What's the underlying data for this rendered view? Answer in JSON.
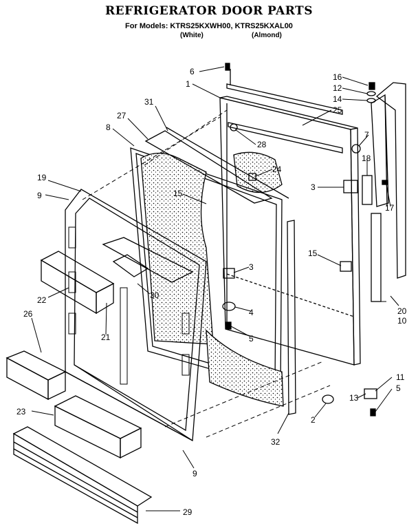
{
  "title": "REFRIGERATOR DOOR PARTS",
  "models_line": "For Models: KTRS25KXWH00, KTRS25KXAL00",
  "color_white": "(White)",
  "color_almond": "(Almond)",
  "callouts": [
    {
      "id": "c6",
      "label": "6"
    },
    {
      "id": "c1",
      "label": "1"
    },
    {
      "id": "c16",
      "label": "16"
    },
    {
      "id": "c12",
      "label": "12"
    },
    {
      "id": "c14",
      "label": "14"
    },
    {
      "id": "c25",
      "label": "25"
    },
    {
      "id": "c31",
      "label": "31"
    },
    {
      "id": "c27",
      "label": "27"
    },
    {
      "id": "c8",
      "label": "8"
    },
    {
      "id": "c7",
      "label": "7"
    },
    {
      "id": "c28",
      "label": "28"
    },
    {
      "id": "c24",
      "label": "24"
    },
    {
      "id": "c18",
      "label": "18"
    },
    {
      "id": "c19",
      "label": "19"
    },
    {
      "id": "c9a",
      "label": "9"
    },
    {
      "id": "c15a",
      "label": "15"
    },
    {
      "id": "c3a",
      "label": "3"
    },
    {
      "id": "c17",
      "label": "17"
    },
    {
      "id": "c3b",
      "label": "3"
    },
    {
      "id": "c15b",
      "label": "15"
    },
    {
      "id": "c22",
      "label": "22"
    },
    {
      "id": "c30",
      "label": "30"
    },
    {
      "id": "c26",
      "label": "26"
    },
    {
      "id": "c4",
      "label": "4"
    },
    {
      "id": "c5a",
      "label": "5"
    },
    {
      "id": "c21",
      "label": "21"
    },
    {
      "id": "c20",
      "label": "20"
    },
    {
      "id": "c10",
      "label": "10"
    },
    {
      "id": "c11",
      "label": "11"
    },
    {
      "id": "c5b",
      "label": "5"
    },
    {
      "id": "c13",
      "label": "13"
    },
    {
      "id": "c23",
      "label": "23"
    },
    {
      "id": "c2",
      "label": "2"
    },
    {
      "id": "c32",
      "label": "32"
    },
    {
      "id": "c9b",
      "label": "9"
    },
    {
      "id": "c29",
      "label": "29"
    }
  ]
}
